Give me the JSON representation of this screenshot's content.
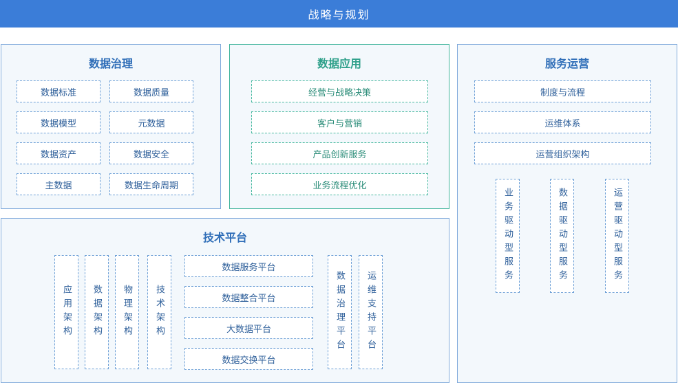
{
  "header": {
    "title": "战略与规划"
  },
  "governance": {
    "title": "数据治理",
    "items": [
      "数据标准",
      "数据质量",
      "数据模型",
      "元数据",
      "数据资产",
      "数据安全",
      "主数据",
      "数据生命周期"
    ]
  },
  "application": {
    "title": "数据应用",
    "items": [
      "经营与战略决策",
      "客户与营销",
      "产品创新服务",
      "业务流程优化"
    ]
  },
  "operations": {
    "title": "服务运营",
    "items": [
      "制度与流程",
      "运维体系",
      "运营组织架构"
    ],
    "vertical": [
      "业务驱动型服务",
      "数据驱动型服务",
      "运营驱动型服务"
    ]
  },
  "tech": {
    "title": "技术平台",
    "architectures": [
      "应用架构",
      "数据架构",
      "物理架构",
      "技术架构"
    ],
    "platforms": [
      "数据服务平台",
      "数据整合平台",
      "大数据平台",
      "数据交换平台"
    ],
    "support": [
      "数据治理平台",
      "运维支持平台"
    ]
  }
}
